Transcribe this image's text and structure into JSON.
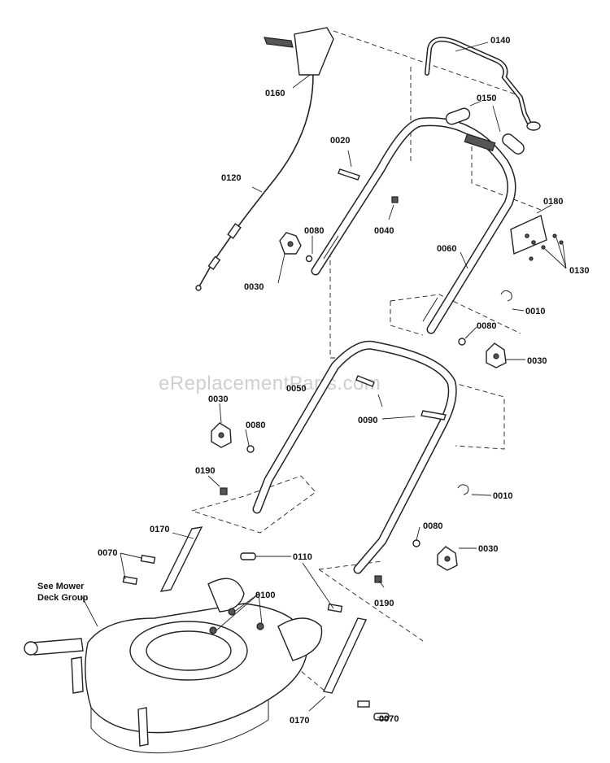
{
  "watermark": "eReplacementParts.com",
  "note": {
    "line1": "See Mower",
    "line2": "Deck Group"
  },
  "callouts": {
    "c0140": "0140",
    "c0160": "0160",
    "c0150": "0150",
    "c0020": "0020",
    "c0120": "0120",
    "c0080_a": "0080",
    "c0040": "0040",
    "c0180": "0180",
    "c0030_a": "0030",
    "c0060": "0060",
    "c0130": "0130",
    "c0010_a": "0010",
    "c0080_b": "0080",
    "c0030_b": "0030",
    "c0050": "0050",
    "c0030_c": "0030",
    "c0090": "0090",
    "c0080_c": "0080",
    "c0190_a": "0190",
    "c0010_b": "0010",
    "c0170_a": "0170",
    "c0080_d": "0080",
    "c0030_d": "0030",
    "c0070_a": "0070",
    "c0110": "0110",
    "c0100": "0100",
    "c0190_b": "0190",
    "c0170_b": "0170",
    "c0070_b": "0070"
  }
}
